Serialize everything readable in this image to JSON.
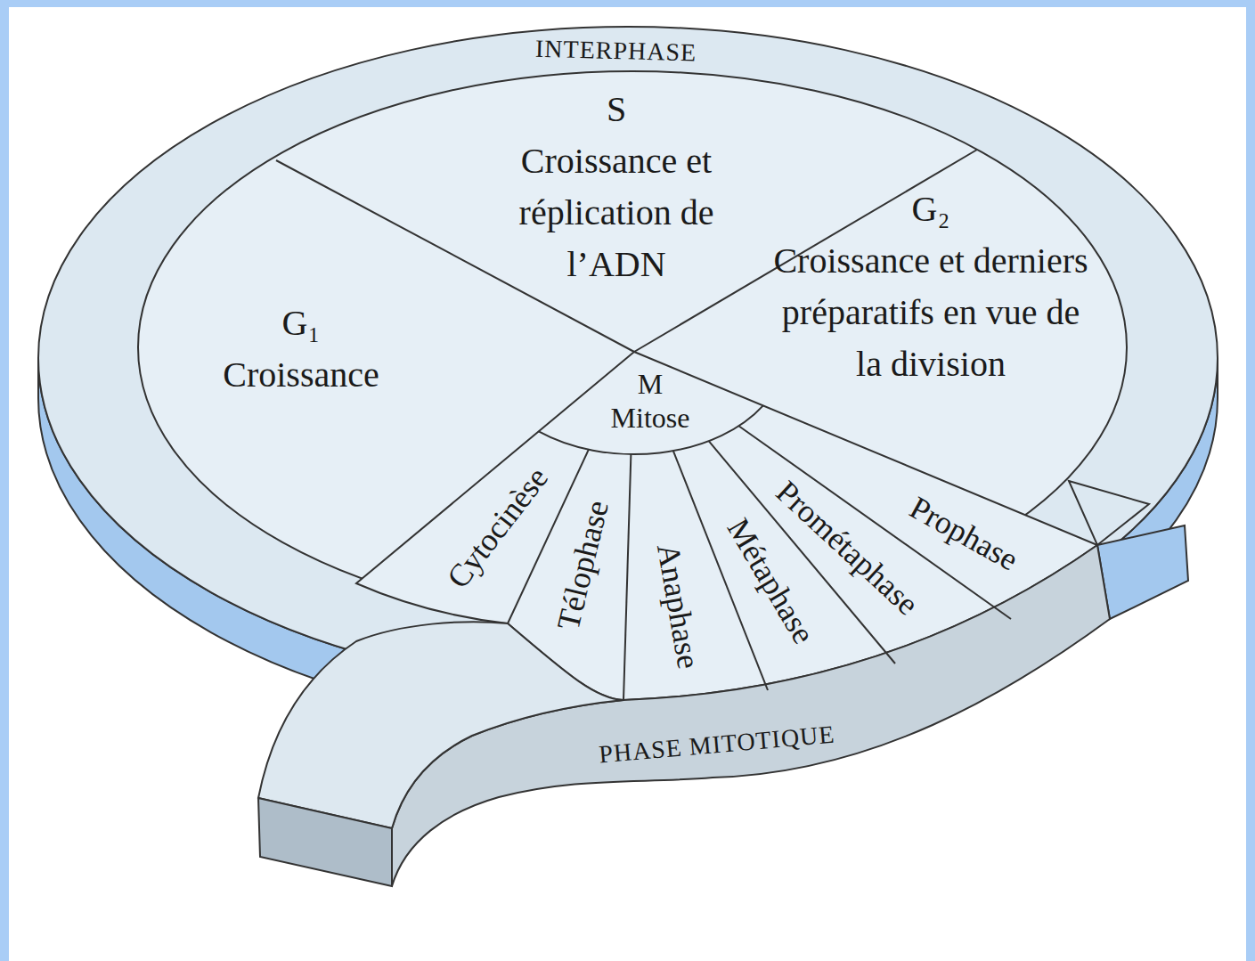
{
  "diagram": {
    "nodes": [
      {
        "text": [
          "INTERPHASE"
        ]
      },
      {
        "text": [
          "S",
          "Croissance et réplication de l’ADN"
        ],
        "in": 0
      },
      {
        "text": [
          "G₁",
          "Croissance"
        ],
        "in": 0
      },
      {
        "text": [
          "G₂",
          "Croissance et derniers préparatifs en vue de la division"
        ],
        "in": 0
      },
      {
        "text": [
          "M",
          "Mitose"
        ],
        "in": 0
      },
      {
        "text": [
          "PHASE MITOTIQUE"
        ]
      },
      {
        "text": [
          "Prophase"
        ],
        "in": 5
      },
      {
        "text": [
          "Prométaphase"
        ],
        "in": 5
      },
      {
        "text": [
          "Métaphase"
        ],
        "in": 5
      },
      {
        "text": [
          "Anaphase"
        ],
        "in": 5
      },
      {
        "text": [
          "Télophase"
        ],
        "in": 5
      },
      {
        "text": [
          "Cytocinèse"
        ],
        "in": 5
      }
    ]
  }
}
